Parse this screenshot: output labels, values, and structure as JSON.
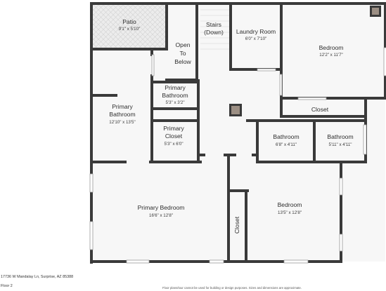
{
  "colors": {
    "wall": "#3a3a3a",
    "floor": "#f7f7f7",
    "patio": "#e9e9e9",
    "window": "#cfcfcf"
  },
  "rooms": {
    "patio": {
      "name": "Patio",
      "dims": "9'1\" x 5'10\""
    },
    "open_to_below": {
      "line1": "Open",
      "line2": "To",
      "line3": "Below"
    },
    "stairs": {
      "line1": "Stairs",
      "line2": "(Down)"
    },
    "laundry": {
      "name": "Laundry Room",
      "dims": "6'0\" x 7'10\""
    },
    "bedroom_ne": {
      "name": "Bedroom",
      "dims": "12'2\" x 11'7\""
    },
    "primary_bath_small": {
      "line1": "Primary",
      "line2": "Bathroom",
      "dims": "5'3\" x 3'2\""
    },
    "primary_bath": {
      "line1": "Primary",
      "line2": "Bathroom",
      "dims": "12'10\" x 13'5\""
    },
    "primary_closet": {
      "line1": "Primary",
      "line2": "Closet",
      "dims": "5'3\" x 6'0\""
    },
    "closet_ne": {
      "name": "Closet"
    },
    "bathroom_a": {
      "name": "Bathroom",
      "dims": "6'8\" x 4'11\""
    },
    "bathroom_b": {
      "name": "Bathroom",
      "dims": "5'11\" x 4'11\""
    },
    "primary_bedroom": {
      "name": "Primary Bedroom",
      "dims": "16'6\" x 12'8\""
    },
    "bedroom_se": {
      "name": "Bedroom",
      "dims": "13'5\" x 12'8\""
    },
    "closet_se": {
      "name": "Closet"
    }
  },
  "footer": {
    "address": "17736 W Mandalay Ln, Surprise, AZ 85388",
    "floor": "Floor 2",
    "disclaimer": "Floor plans/tour cannot be used for building or design purposes. Sizes and dimensions are approximate."
  }
}
